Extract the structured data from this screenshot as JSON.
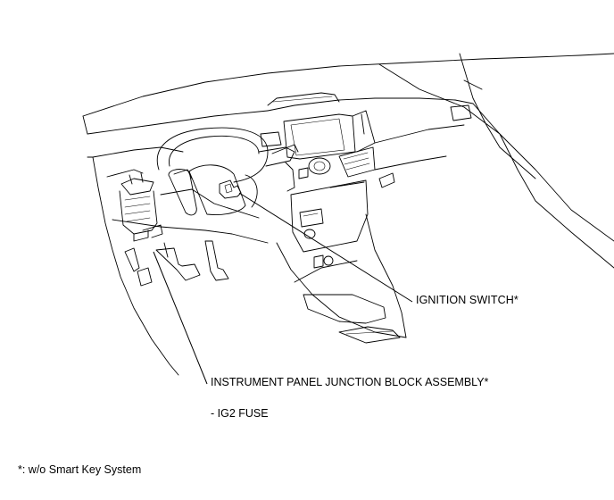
{
  "labels": {
    "ignition_switch": "IGNITION SWITCH*",
    "junction_block": "INSTRUMENT PANEL JUNCTION BLOCK ASSEMBLY*",
    "fuse": "- IG2 FUSE",
    "footnote": "*: w/o Smart Key System"
  }
}
